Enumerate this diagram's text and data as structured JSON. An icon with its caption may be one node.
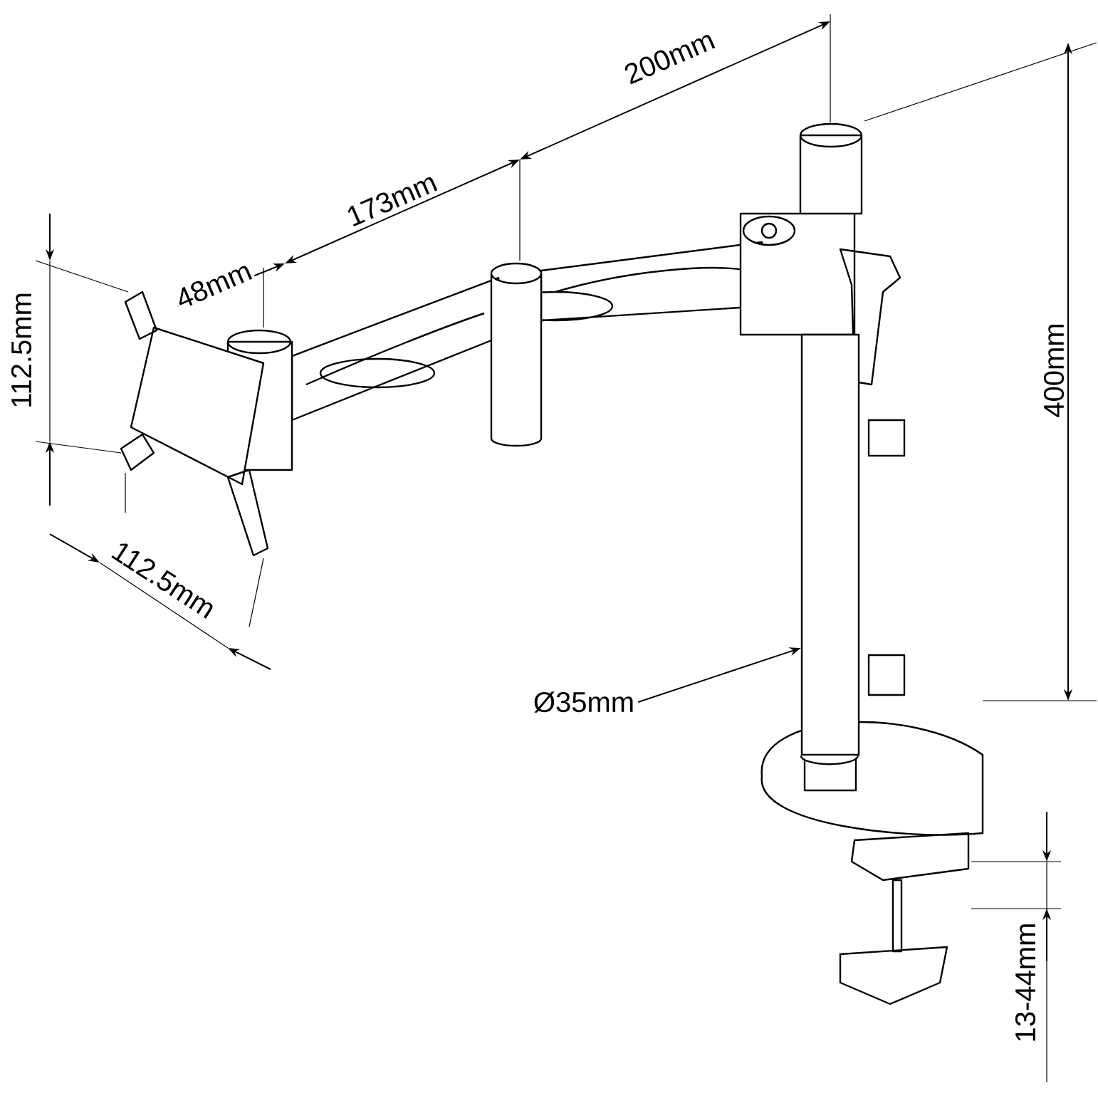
{
  "diagram": {
    "nodes": [
      {
        "text": [
          "Ø35mm"
        ]
      },
      {
        "text": [],
        "shape": "cylinder"
      }
    ],
    "edges": [
      {
        "from": 0,
        "to": 1,
        "arrow": "to"
      }
    ],
    "labels": [
      "200mm",
      "173mm",
      "48mm",
      "112.5mm",
      "400mm",
      "112.5mm",
      "13-44mm"
    ]
  }
}
